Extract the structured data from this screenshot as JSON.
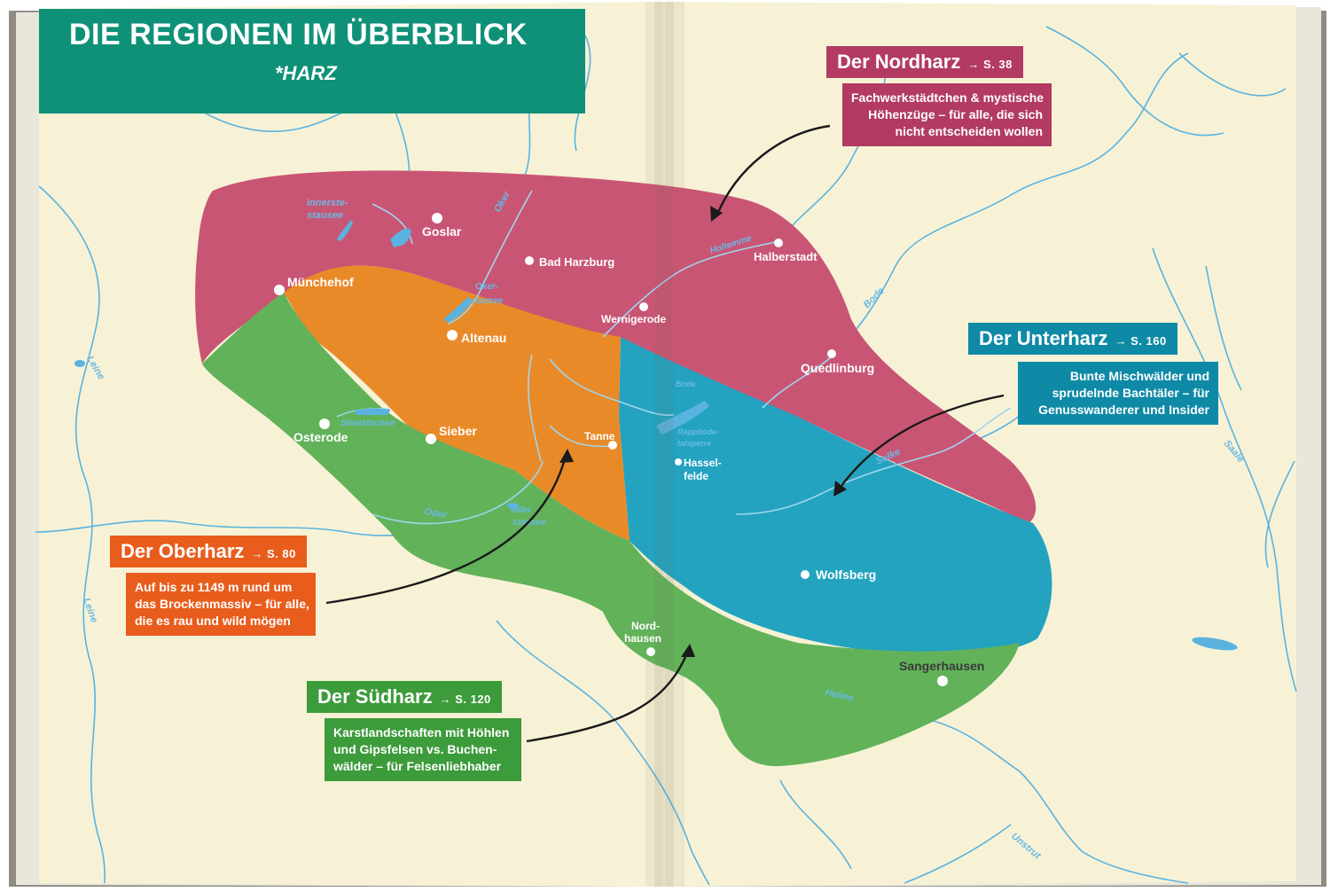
{
  "title": {
    "main": "DIE REGIONEN IM ÜBERBLICK",
    "sub": "*HARZ"
  },
  "colors": {
    "paper": "#f7f2d6",
    "water": "#5ab3df",
    "nordharz": "#c95574",
    "oberharz": "#e98a29",
    "suedharz": "#62b25a",
    "unterharz": "#23a3c0",
    "nordharz_label": "#b23a63",
    "oberharz_label": "#e85d1c",
    "suedharz_label": "#3c9b3a",
    "unterharz_label": "#0f8aa6",
    "title_band": "#0f9178"
  },
  "regions": {
    "nordharz": {
      "name": "Der Nordharz",
      "page": "→ S. 38",
      "lines": [
        "Fachwerkstädtchen & mystische",
        "Höhenzüge – für alle, die sich",
        "nicht entscheiden wollen"
      ]
    },
    "unterharz": {
      "name": "Der Unterharz",
      "page": "→ S. 160",
      "lines": [
        "Bunte Mischwälder und",
        "sprudelnde Bachtäler – für",
        "Genusswanderer und Insider"
      ]
    },
    "oberharz": {
      "name": "Der Oberharz",
      "page": "→ S. 80",
      "lines": [
        "Auf bis zu 1149 m rund um",
        "das Brockenmassiv – für alle,",
        "die es rau und wild mögen"
      ]
    },
    "suedharz": {
      "name": "Der Südharz",
      "page": "→ S. 120",
      "lines": [
        "Karstlandschaften mit Höhlen",
        "und Gipsfelsen vs. Buchen-",
        "wälder – für Felsenliebhaber"
      ]
    }
  },
  "towns": {
    "goslar": "Goslar",
    "bad_harzburg": "Bad Harzburg",
    "halberstadt": "Halberstadt",
    "muenchehof": "Münchehof",
    "wernigerode": "Wernigerode",
    "altenau": "Altenau",
    "quedlinburg": "Quedlinburg",
    "osterode": "Osterode",
    "sieber": "Sieber",
    "tanne": "Tanne",
    "hasselfelde_1": "Hassel-",
    "hasselfelde_2": "felde",
    "wolfsberg": "Wolfsberg",
    "nordhausen_1": "Nord-",
    "nordhausen_2": "hausen",
    "sangerhausen": "Sangerhausen"
  },
  "waters": {
    "innerste_1": "Innerste-",
    "innerste_2": "stausee",
    "oker": "Oker",
    "okerstausee_1": "Oker-",
    "okerstausee_2": "stausee",
    "holtemme": "Holtemme",
    "bode_east": "Bode",
    "bode_res": "Bode",
    "rappbode_1": "Rappbode-",
    "rappbode_2": "talsperre",
    "soese": "Sösestausee",
    "selke": "Selke",
    "oder": "Oder",
    "oder_res_1": "Oder",
    "oder_res_2": "stausee",
    "leine_1": "Leine",
    "leine_2": "Leine",
    "saale": "Saale",
    "helme": "Helme",
    "unstrut": "Unstrut"
  }
}
